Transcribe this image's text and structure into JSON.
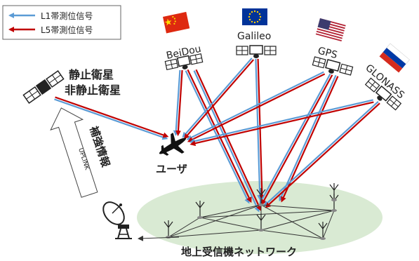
{
  "legend": {
    "l1_label": "L1帯測位信号",
    "l5_label": "L5帯測位信号",
    "l1_color": "#5b9bd5",
    "l5_color": "#c00000"
  },
  "satellites": {
    "beidou": {
      "label": "BeiDou",
      "flag": "china-flag"
    },
    "galileo": {
      "label": "Galileo",
      "flag": "eu-flag"
    },
    "gps": {
      "label": "GPS",
      "flag": "usa-flag"
    },
    "glonass": {
      "label": "GLONASS",
      "flag": "russia-flag"
    }
  },
  "geo_label_1": "静止衛星",
  "geo_label_2": "非静止衛星",
  "user_label": "ユーザ",
  "augmentation_label": "補強情報",
  "uplink_label": "UPLINK",
  "ground_network_label": "地上受信機ネットワーク",
  "colors": {
    "ground_fill": "#d9ead3",
    "line": "#333333"
  }
}
